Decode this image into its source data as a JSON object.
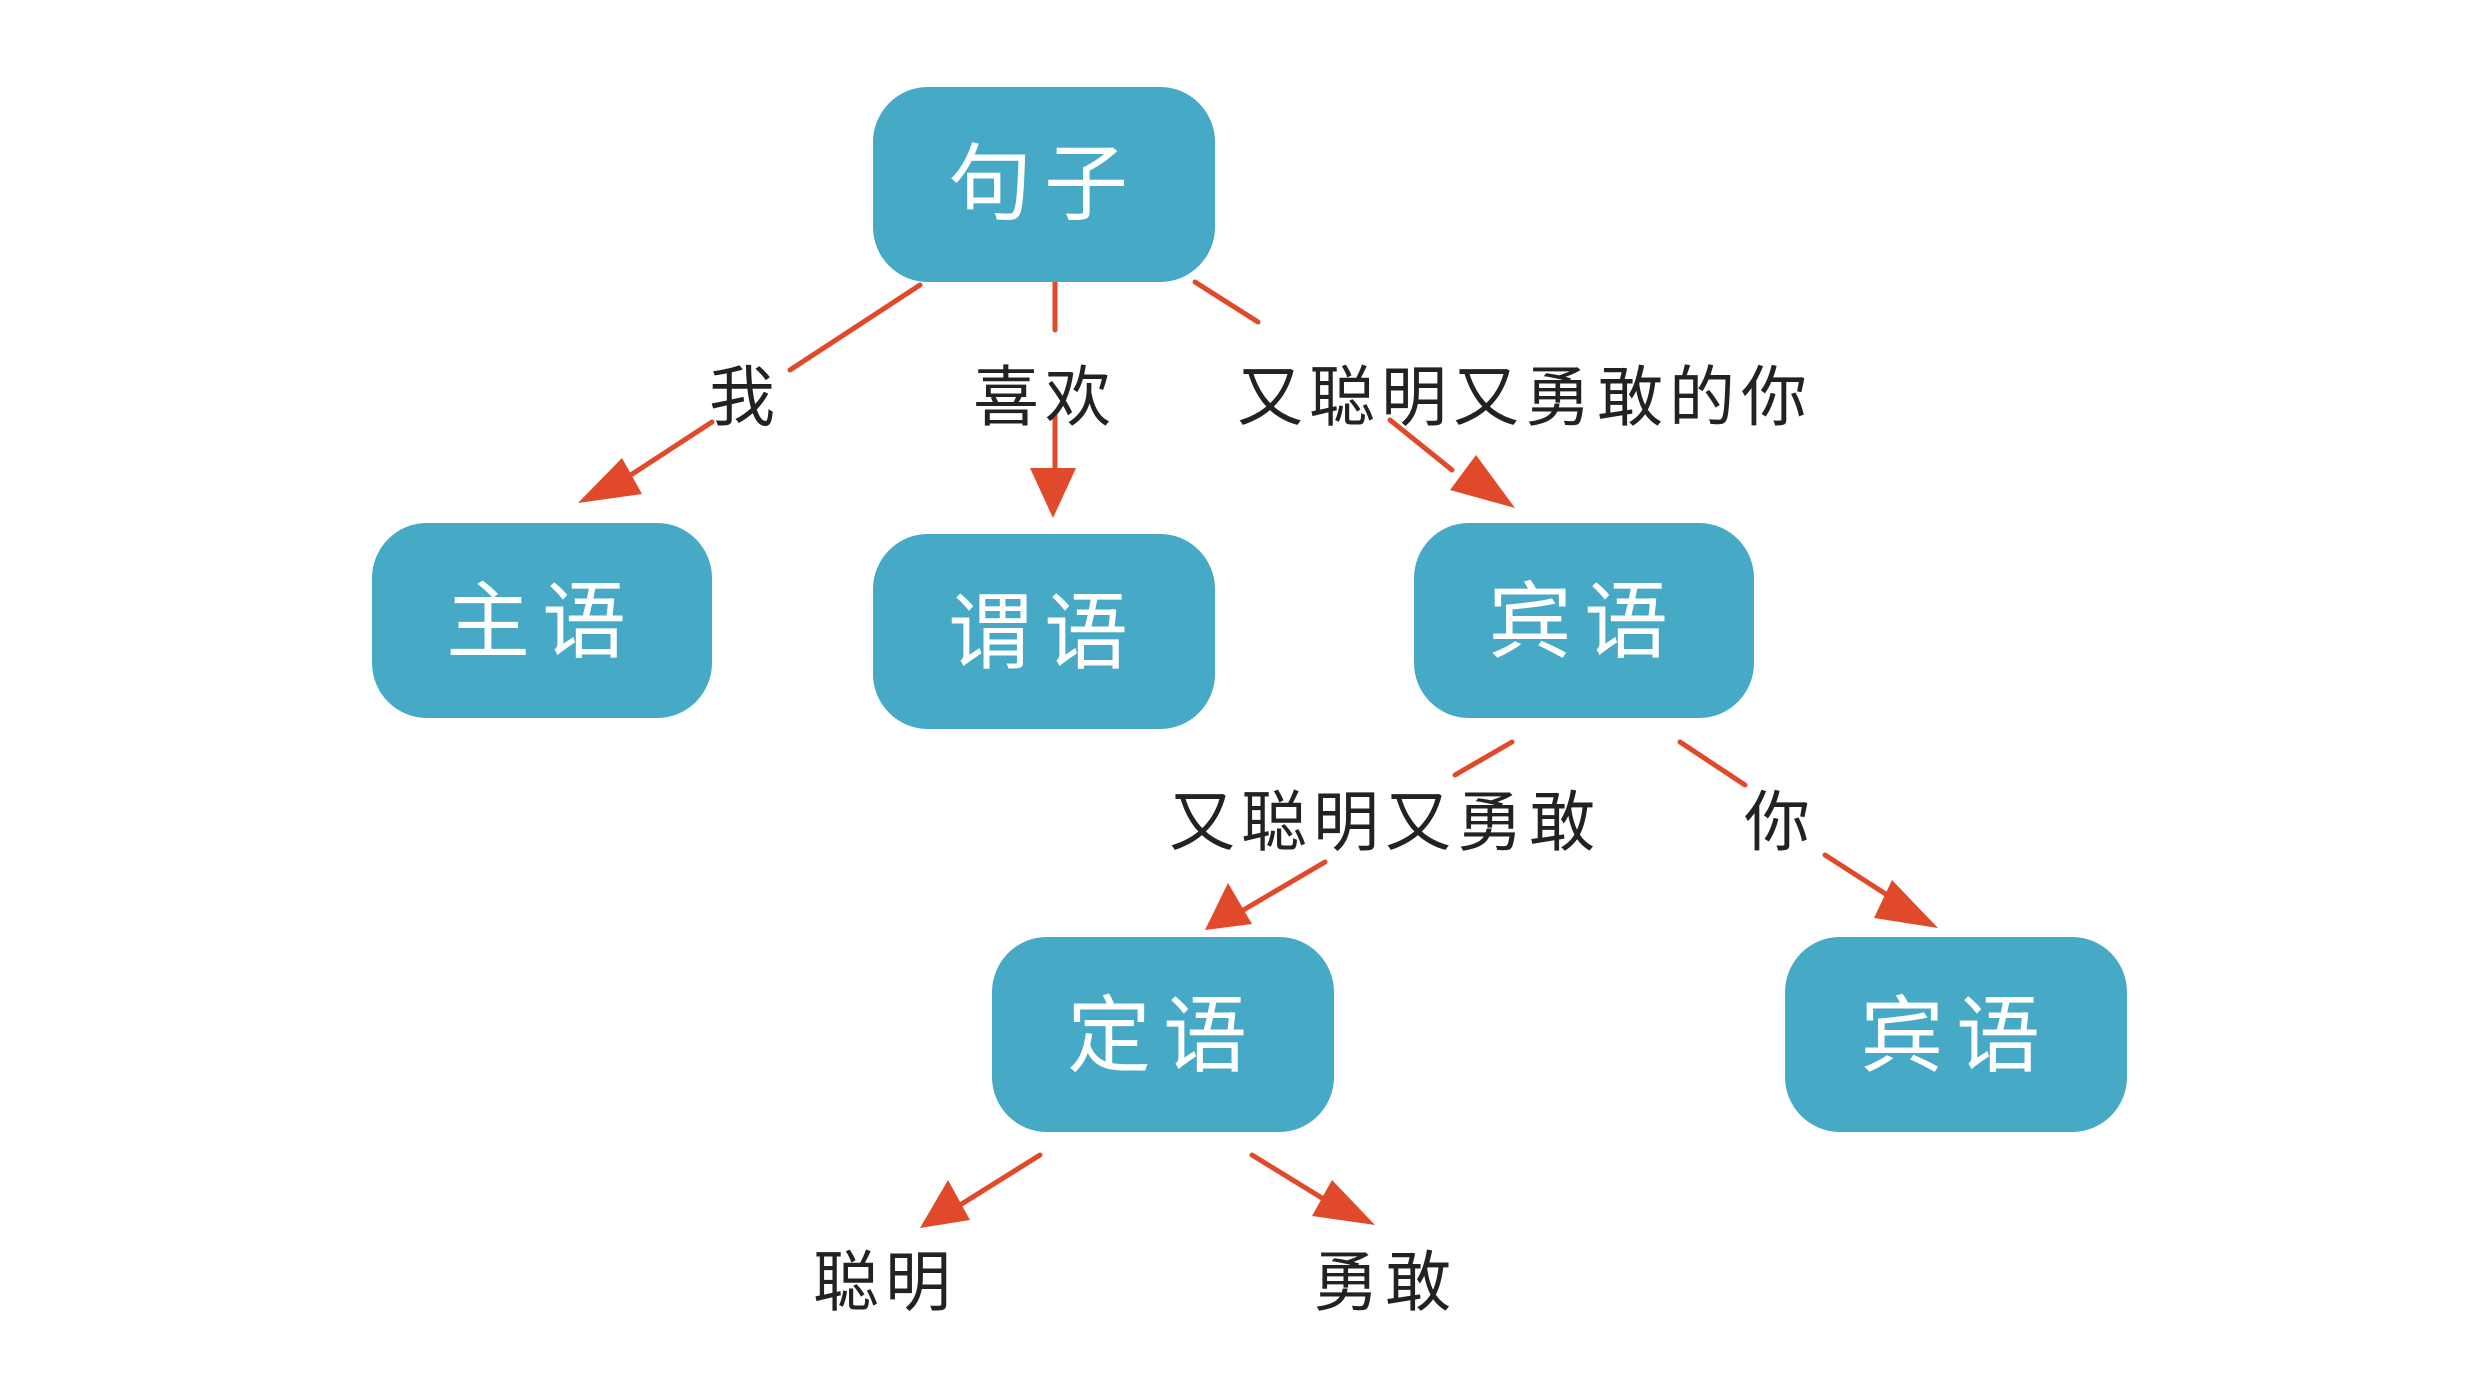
{
  "diagram": {
    "accent_color": "#46a9c6",
    "edge_color": "#e04a2a",
    "nodes": {
      "sentence": "句子",
      "subject": "主语",
      "predicate": "谓语",
      "object": "宾语",
      "attributive": "定语",
      "object_head": "宾语"
    },
    "labels": {
      "subject": "我",
      "predicate": "喜欢",
      "object": "又聪明又勇敢的你",
      "attributive": "又聪明又勇敢",
      "object_head": "你",
      "leaf_smart": "聪明",
      "leaf_brave": "勇敢"
    }
  }
}
